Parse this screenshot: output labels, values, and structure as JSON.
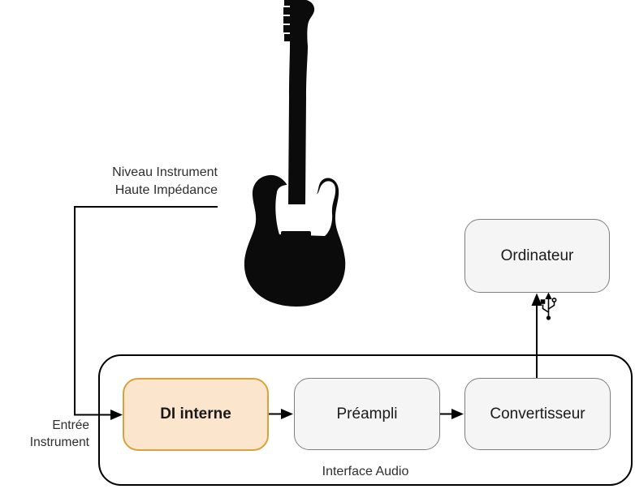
{
  "diagram": {
    "labels": {
      "source_level_line1": "Niveau Instrument",
      "source_level_line2": "Haute Impédance",
      "input_label_line1": "Entrée",
      "input_label_line2": "Instrument",
      "container_label": "Interface Audio"
    },
    "nodes": [
      {
        "id": "di-interne",
        "label": "DI interne",
        "highlighted": true
      },
      {
        "id": "preampli",
        "label": "Préampli",
        "highlighted": false
      },
      {
        "id": "convertisseur",
        "label": "Convertisseur",
        "highlighted": false
      },
      {
        "id": "ordinateur",
        "label": "Ordinateur",
        "highlighted": false
      }
    ],
    "icons": {
      "guitar": "electric-guitar-silhouette-icon",
      "usb": "usb-symbol-icon"
    },
    "colors": {
      "highlight_fill": "#fce5cd",
      "highlight_border": "#d9a23c",
      "node_fill": "#f5f5f5",
      "node_border": "#7f7f7f",
      "container_border": "#000000",
      "line": "#000000",
      "text": "#2e2e2e",
      "background": "#ffffff"
    }
  }
}
